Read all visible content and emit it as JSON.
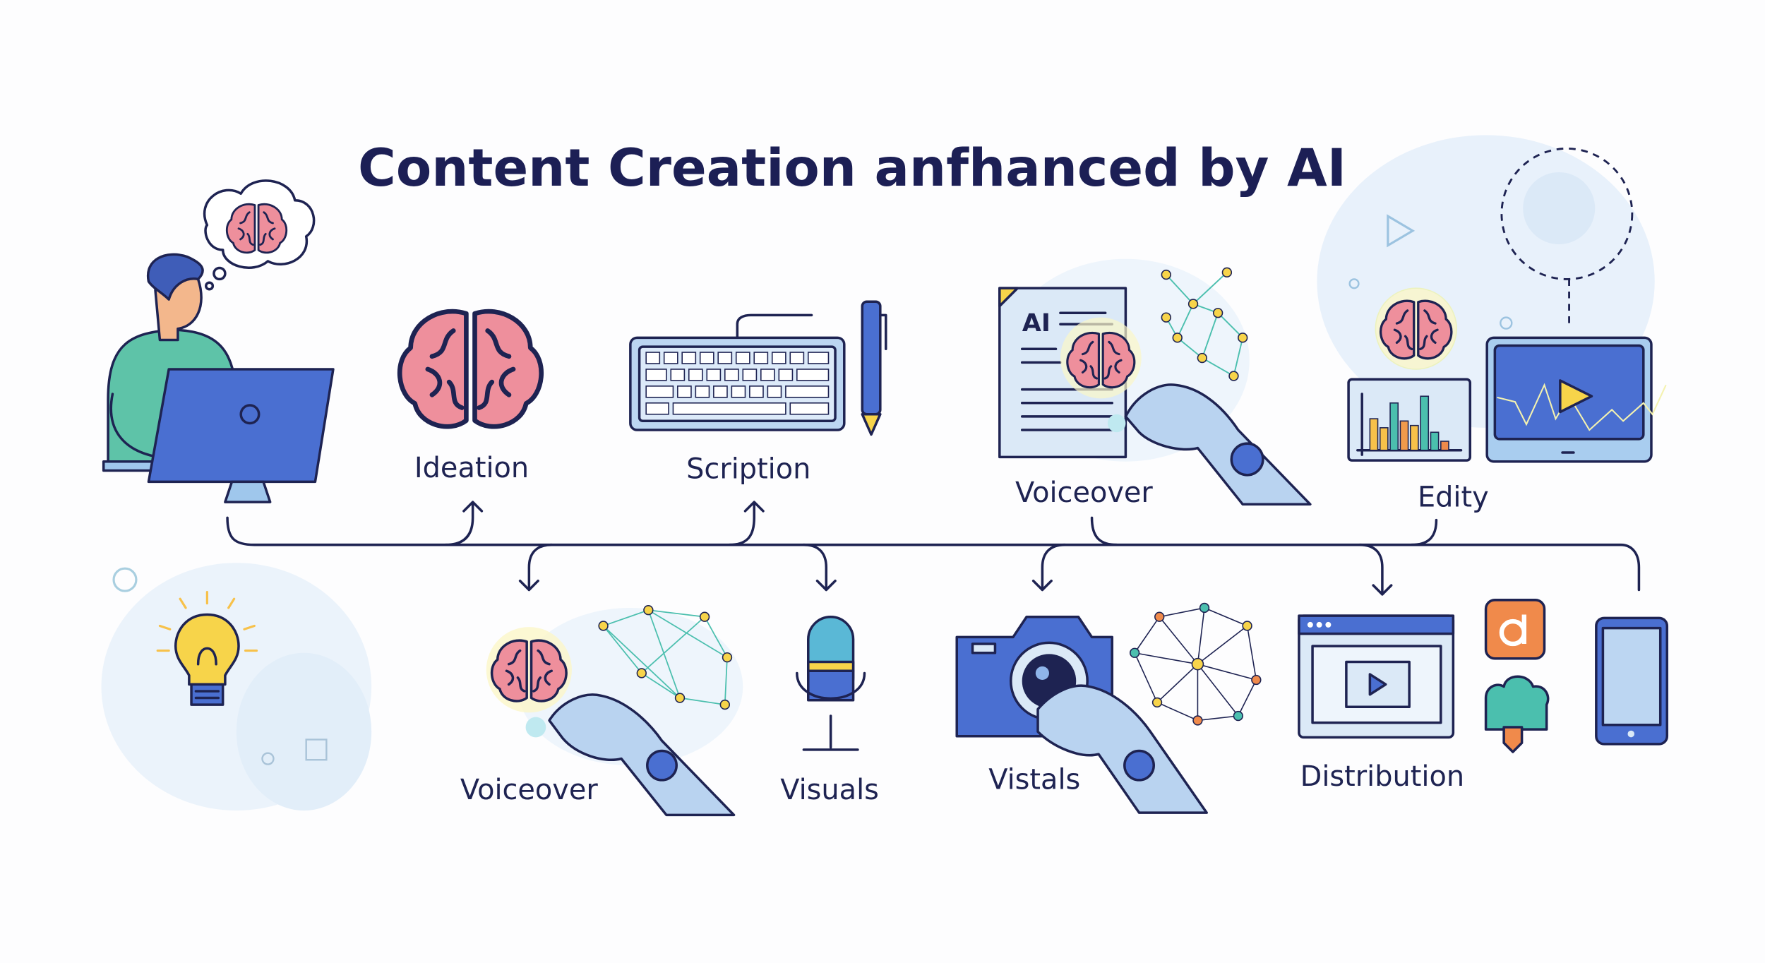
{
  "title": "Content Creation anfhanced by AI",
  "steps": {
    "ideation": "Ideation",
    "scription": "Scription",
    "voiceover_top": "Voiceover",
    "edity": "Edity",
    "voiceover_bottom": "Voiceover",
    "visuals": "Visuals",
    "vistals": "Vistals",
    "distribution": "Distribution"
  },
  "document_badge": "AI",
  "colors": {
    "title": "#1c1f55",
    "line": "#1e2352",
    "blue": "#4a6fd1",
    "light_blue": "#cfe3f7",
    "brain": "#ee8f9c",
    "yellow": "#f7d44a",
    "teal": "#4bbfae",
    "orange": "#f08a4b"
  }
}
